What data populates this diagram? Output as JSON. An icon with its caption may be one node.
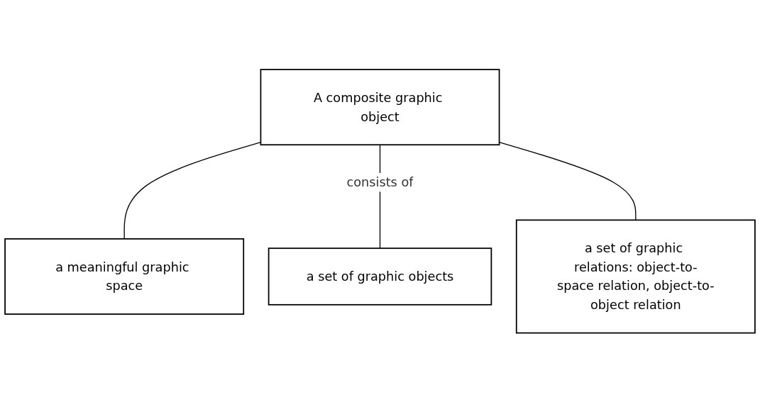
{
  "diagram": {
    "nodes": [
      {
        "text": [
          "A composite graphic object"
        ]
      },
      {
        "text": [
          "a meaningful graphic space"
        ]
      },
      {
        "text": [
          "a set of graphic objects"
        ]
      },
      {
        "text": [
          "a set of graphic relations: object-to-space relation, object-to-object relation"
        ]
      }
    ],
    "edges": [
      {
        "from": 0,
        "to": 1,
        "arrow": "none"
      },
      {
        "from": 0,
        "to": 2,
        "arrow": "none",
        "label": "consists of"
      },
      {
        "from": 0,
        "to": 3,
        "arrow": "none"
      }
    ]
  }
}
